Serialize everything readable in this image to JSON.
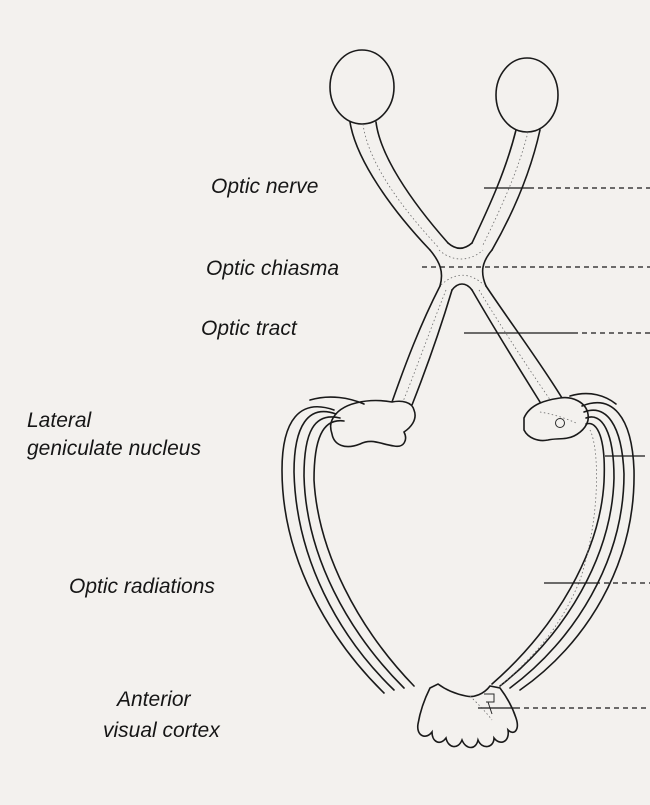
{
  "labels": {
    "optic_nerve": "Optic nerve",
    "optic_chiasma": "Optic chiasma",
    "optic_tract": "Optic tract",
    "lgn_line1": "Lateral",
    "lgn_line2": "geniculate nucleus",
    "optic_radiations": "Optic radiations",
    "cortex_line1": "Anterior",
    "cortex_line2": "visual cortex"
  },
  "colors": {
    "paper": "#f3f1ee",
    "ink": "#1a1a1a"
  }
}
